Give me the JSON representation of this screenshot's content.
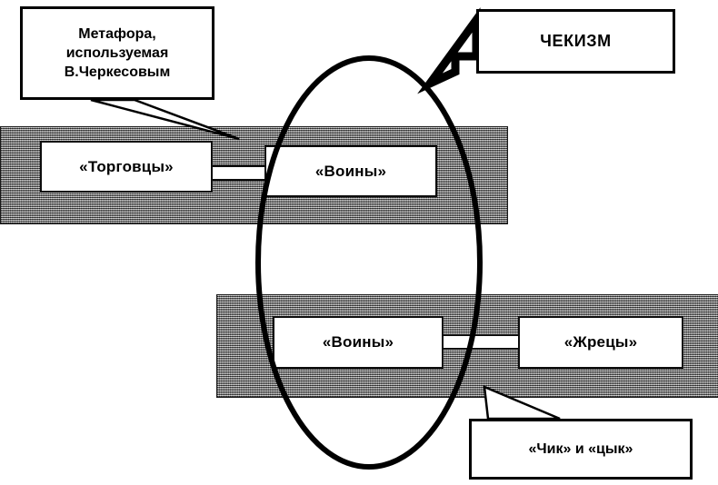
{
  "diagram": {
    "title": "Chekism metaphor diagram",
    "colors": {
      "bar_fill": "#7d7d7d",
      "stroke": "#000000",
      "node_fill": "#ffffff"
    },
    "callouts": [
      {
        "id": "metaphor",
        "line1": "Метафора,",
        "line2": "используемая",
        "line3": "В.Черкесовым"
      },
      {
        "id": "chekizm",
        "text": "ЧЕКИЗМ"
      },
      {
        "id": "chik",
        "text": "«Чик» и «цык»"
      }
    ],
    "rows": [
      {
        "id": "top-row",
        "nodes": [
          {
            "id": "merchants",
            "label": "«Торговцы»"
          },
          {
            "id": "warriors-top",
            "label": "«Воины»"
          }
        ]
      },
      {
        "id": "bottom-row",
        "nodes": [
          {
            "id": "warriors-bottom",
            "label": "«Воины»"
          },
          {
            "id": "priests",
            "label": "«Жрецы»"
          }
        ]
      }
    ],
    "ellipse": {
      "label": "chekizm-ellipse"
    }
  }
}
